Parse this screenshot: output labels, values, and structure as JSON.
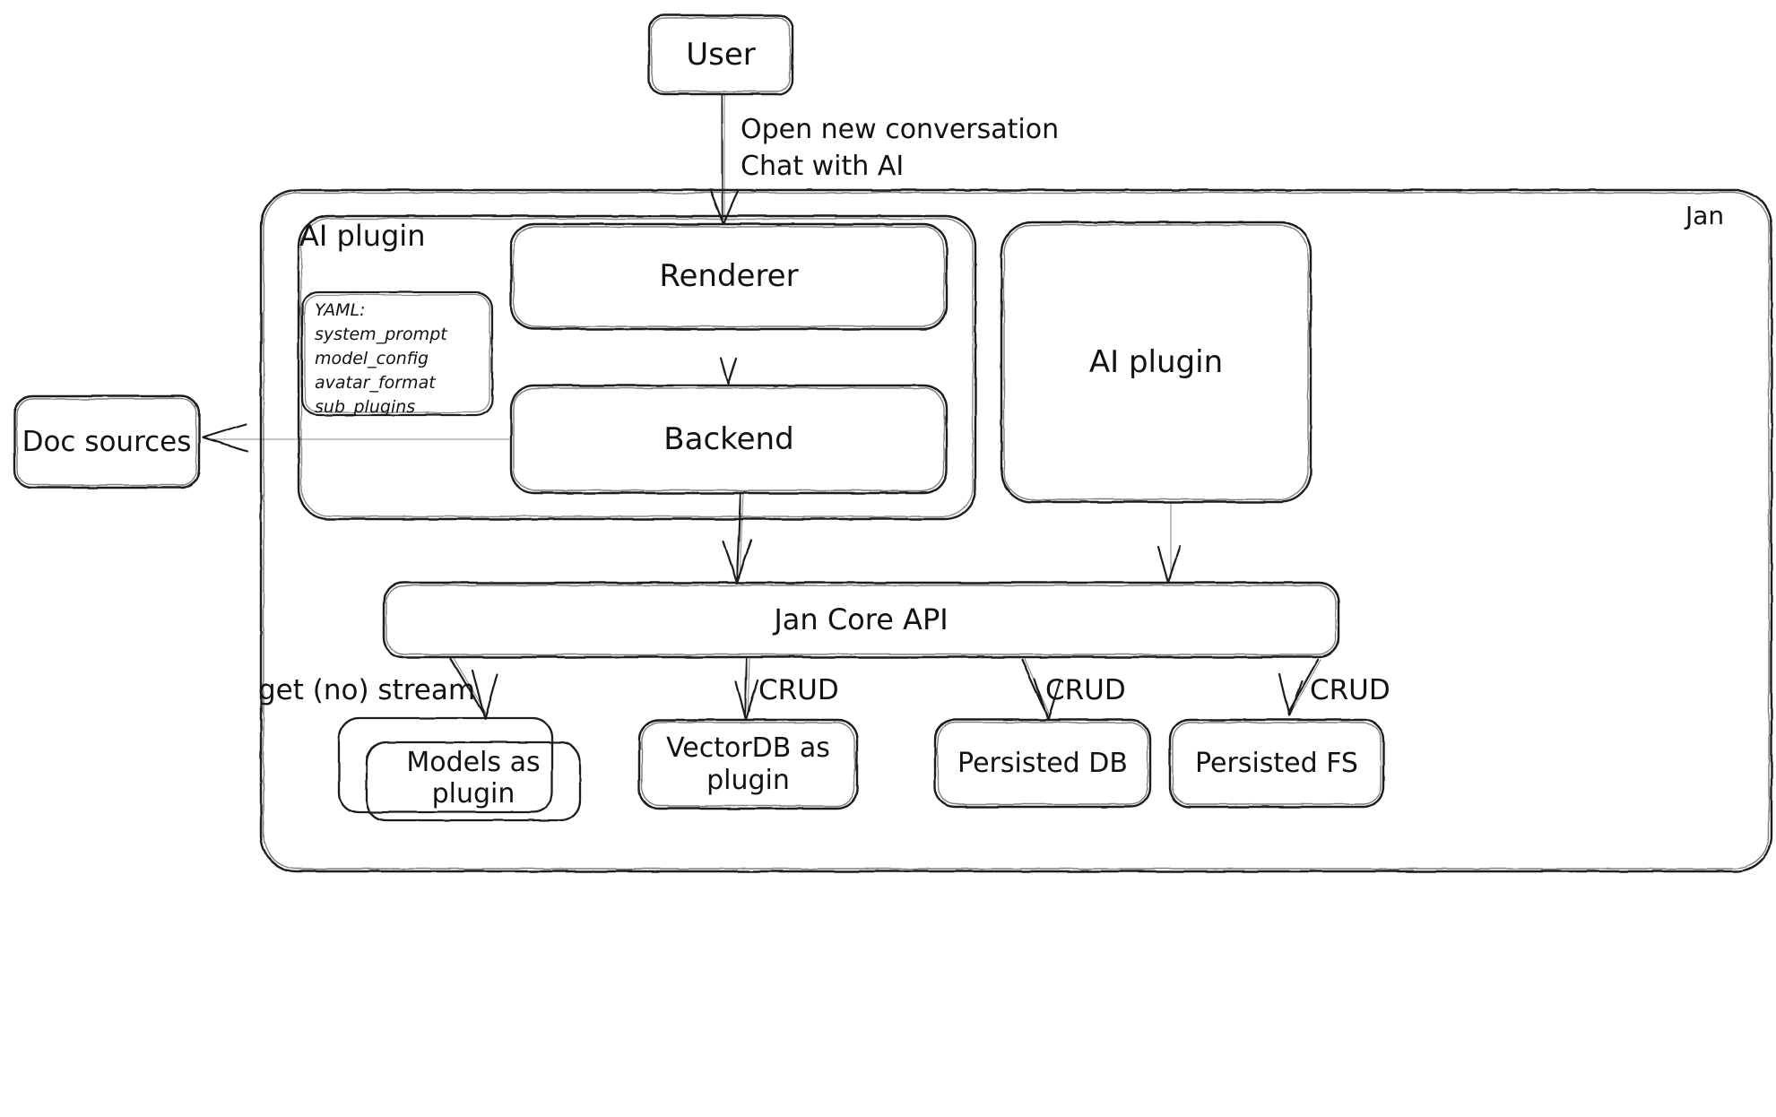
{
  "diagram": {
    "title": "Jan architecture diagram",
    "style": "hand-drawn sketch",
    "stroke_color": "#1a1a1a",
    "background_color": "#ffffff",
    "nodes": {
      "user": {
        "label": "User"
      },
      "jan_container": {
        "label": "Jan"
      },
      "ai_plugin_group": {
        "label": "AI plugin"
      },
      "yaml_note": {
        "lines": [
          "YAML:",
          "system_prompt",
          "model_config",
          "avatar_format",
          "sub_plugins"
        ],
        "text": "YAML:\nsystem_prompt\nmodel_config\navatar_format\nsub_plugins"
      },
      "renderer": {
        "label": "Renderer"
      },
      "backend": {
        "label": "Backend"
      },
      "ai_plugin_box": {
        "label": "AI plugin"
      },
      "doc_sources": {
        "label": "Doc sources"
      },
      "jan_core_api": {
        "label": "Jan Core API"
      },
      "models_as_plugin": {
        "label": "Models as\nplugin"
      },
      "vectordb_as_plugin": {
        "label": "VectorDB as\nplugin"
      },
      "persisted_db": {
        "label": "Persisted DB"
      },
      "persisted_fs": {
        "label": "Persisted FS"
      }
    },
    "edge_labels": {
      "user_to_renderer": "Open new conversation\nChat with AI",
      "api_to_models": "get (no) stream",
      "api_to_vectordb": "CRUD",
      "api_to_persisted_db": "CRUD",
      "api_to_persisted_fs": "CRUD"
    },
    "edges": [
      {
        "from": "user",
        "to": "renderer",
        "label": "Open new conversation\nChat with AI"
      },
      {
        "from": "renderer",
        "to": "backend",
        "label": ""
      },
      {
        "from": "backend",
        "to": "doc_sources",
        "label": ""
      },
      {
        "from": "backend",
        "to": "jan_core_api",
        "label": ""
      },
      {
        "from": "ai_plugin_box",
        "to": "jan_core_api",
        "label": ""
      },
      {
        "from": "jan_core_api",
        "to": "models_as_plugin",
        "label": "get (no) stream"
      },
      {
        "from": "jan_core_api",
        "to": "vectordb_as_plugin",
        "label": "CRUD"
      },
      {
        "from": "jan_core_api",
        "to": "persisted_db",
        "label": "CRUD"
      },
      {
        "from": "jan_core_api",
        "to": "persisted_fs",
        "label": "CRUD"
      }
    ]
  }
}
